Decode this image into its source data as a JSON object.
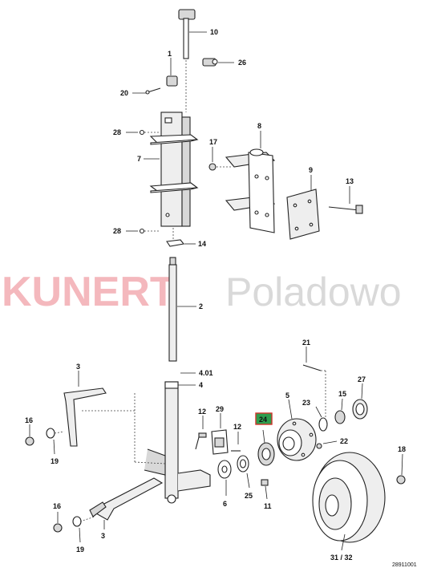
{
  "watermark": {
    "brand": "KUNERT",
    "place": "Poladowo"
  },
  "drawing_code": "28911001",
  "highlight_color": "#2e9d4e",
  "highlight_border": "#d0342c",
  "callouts": [
    {
      "id": "c-10",
      "label": "10"
    },
    {
      "id": "c-1",
      "label": "1"
    },
    {
      "id": "c-26",
      "label": "26"
    },
    {
      "id": "c-20",
      "label": "20"
    },
    {
      "id": "c-28a",
      "label": "28"
    },
    {
      "id": "c-7",
      "label": "7"
    },
    {
      "id": "c-8",
      "label": "8"
    },
    {
      "id": "c-17",
      "label": "17"
    },
    {
      "id": "c-9",
      "label": "9"
    },
    {
      "id": "c-13",
      "label": "13"
    },
    {
      "id": "c-28b",
      "label": "28"
    },
    {
      "id": "c-14",
      "label": "14"
    },
    {
      "id": "c-2",
      "label": "2"
    },
    {
      "id": "c-21",
      "label": "21"
    },
    {
      "id": "c-3a",
      "label": "3"
    },
    {
      "id": "c-401",
      "label": "4.01"
    },
    {
      "id": "c-4",
      "label": "4"
    },
    {
      "id": "c-27",
      "label": "27"
    },
    {
      "id": "c-5",
      "label": "5"
    },
    {
      "id": "c-15",
      "label": "15"
    },
    {
      "id": "c-23",
      "label": "23"
    },
    {
      "id": "c-16a",
      "label": "16"
    },
    {
      "id": "c-12a",
      "label": "12"
    },
    {
      "id": "c-29",
      "label": "29"
    },
    {
      "id": "c-24",
      "label": "24"
    },
    {
      "id": "c-22",
      "label": "22"
    },
    {
      "id": "c-19a",
      "label": "19"
    },
    {
      "id": "c-12b",
      "label": "12"
    },
    {
      "id": "c-18",
      "label": "18"
    },
    {
      "id": "c-6",
      "label": "6"
    },
    {
      "id": "c-25",
      "label": "25"
    },
    {
      "id": "c-11",
      "label": "11"
    },
    {
      "id": "c-16b",
      "label": "16"
    },
    {
      "id": "c-3b",
      "label": "3"
    },
    {
      "id": "c-19b",
      "label": "19"
    },
    {
      "id": "c-3132",
      "label": "31 / 32"
    }
  ]
}
